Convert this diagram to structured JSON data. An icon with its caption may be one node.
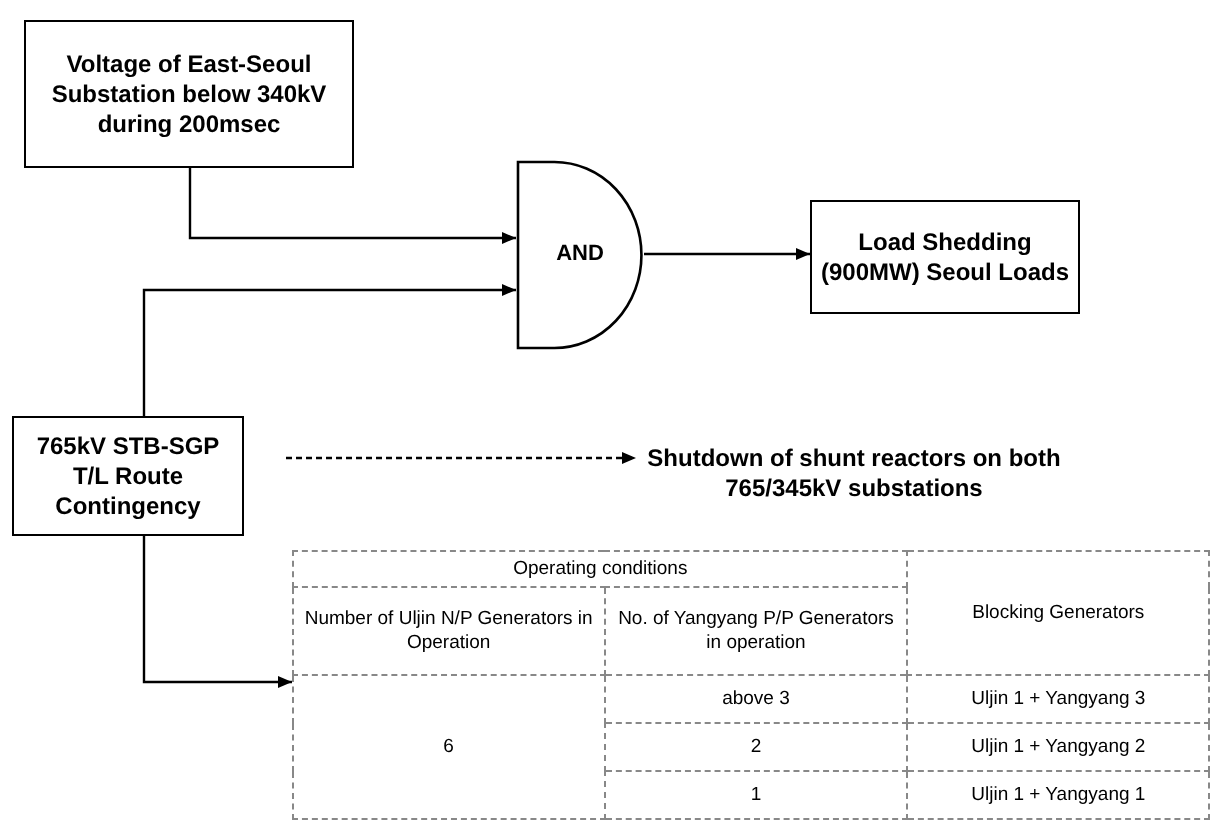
{
  "diagram": {
    "nodes": [
      {
        "text": [
          "Voltage of East-Seoul Substation below 340kV during 200msec"
        ]
      },
      {
        "text": [
          "AND"
        ]
      },
      {
        "text": [
          "Load Shedding (900MW) Seoul Loads"
        ]
      },
      {
        "text": [
          "765kV STB-SGP T/L Route Contingency"
        ]
      },
      {
        "text": [
          "Shutdown of shunt reactors on both 765/345kV substations"
        ]
      },
      {
        "text": [],
        "shape": "box"
      }
    ],
    "edges": [
      {
        "from": 0,
        "to": 1,
        "arrow": "to"
      },
      {
        "from": 3,
        "to": 1,
        "arrow": "to"
      },
      {
        "from": 1,
        "to": 2,
        "arrow": "to"
      },
      {
        "from": 3,
        "to": 4,
        "arrow": "to",
        "style": "dashed"
      },
      {
        "from": 3,
        "to": 5,
        "arrow": "to"
      }
    ],
    "labels": [
      "Operating conditions",
      "Blocking Generators",
      "Number of Uljin N/P Generators in Operation",
      "No. of Yangyang P/P Generators in operation",
      "above 3",
      "Uljin 1 + Yangyang 3",
      "6",
      "2",
      "Uljin 1 + Yangyang 2",
      "1",
      "Uljin 1 + Yangyang 1"
    ]
  }
}
